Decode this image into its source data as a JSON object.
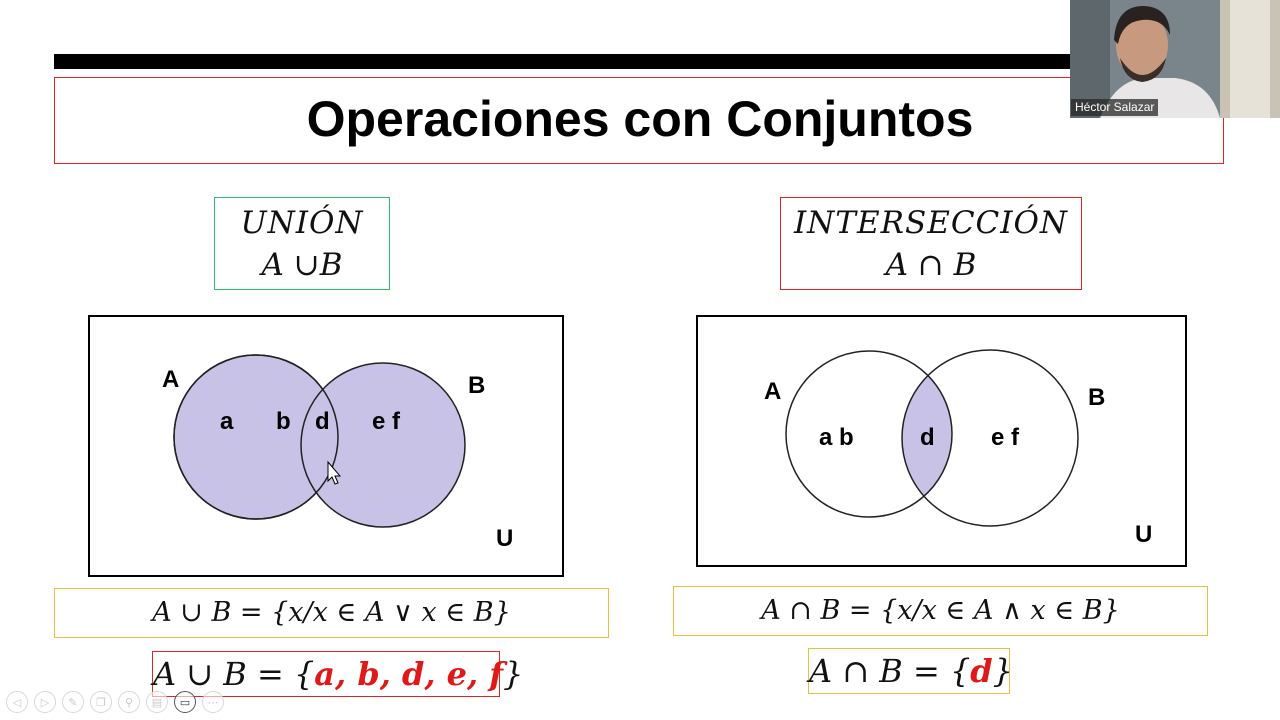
{
  "slide": {
    "title": "Operaciones con Conjuntos"
  },
  "union": {
    "heading": "UNIÓN",
    "notation": "A ∪B",
    "venn": {
      "label_a": "A",
      "label_b": "B",
      "label_u": "U",
      "elements_left": "a",
      "elements_mid": "b",
      "elements_intersection": "d",
      "elements_right": "e f"
    },
    "definition": "A ∪ B = {x/x ∈ A ∨ x ∈ B}",
    "result_prefix": "A ∪ B = {",
    "result_elements": "a, b, d, e, f",
    "result_suffix": "}"
  },
  "intersection": {
    "heading": "INTERSECCIÓN",
    "notation": "A ∩ B",
    "venn": {
      "label_a": "A",
      "label_b": "B",
      "label_u": "U",
      "elements_left": "a b",
      "elements_intersection": "d",
      "elements_right": "e f"
    },
    "definition": "A ∩ B = {x/x ∈ A ∧ x ∈ B}",
    "result_prefix": "A ∩ B = {",
    "result_elements": "d",
    "result_suffix": "}"
  },
  "webcam": {
    "participant_name": "Héctor Salazar"
  },
  "colors": {
    "venn_fill": "#c7c2e6",
    "accent_red": "#e01818",
    "title_border": "#e02424",
    "union_border": "#2fbf6a",
    "formula_border": "#e8c040"
  },
  "toolbar": {
    "icons": [
      "prev-icon",
      "next-icon",
      "pen-icon",
      "copy-icon",
      "zoom-icon",
      "slides-icon",
      "video-icon",
      "more-icon"
    ]
  }
}
